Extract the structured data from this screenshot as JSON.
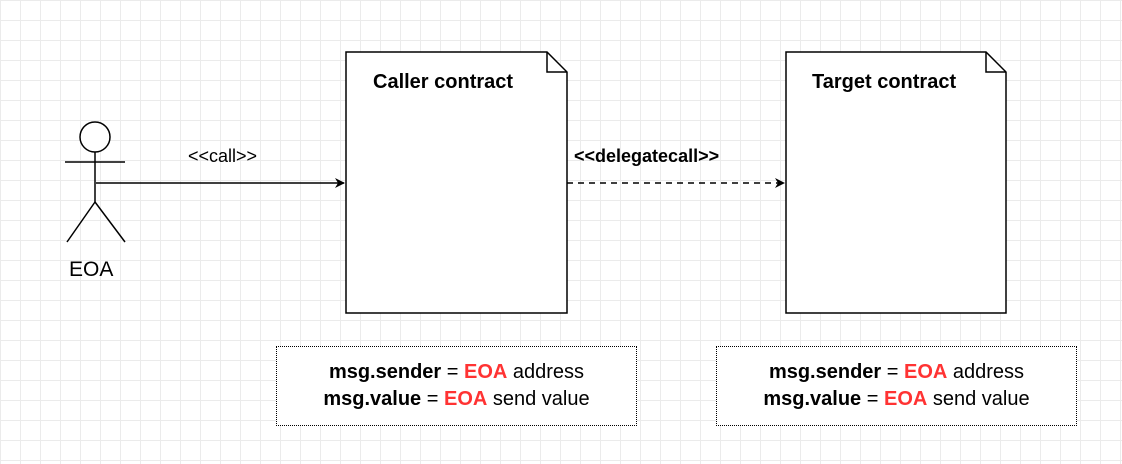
{
  "actor": {
    "label": "EOA"
  },
  "edges": {
    "call": "<<call>>",
    "delegatecall": "<<delegatecall>>"
  },
  "caller": {
    "title": "Caller contract",
    "note": {
      "sender_key": "msg.sender",
      "eq1": " = ",
      "sender_value": "EOA",
      "sender_suffix": " address",
      "value_key": "msg.value",
      "eq2": " = ",
      "value_value": "EOA",
      "value_suffix": " send value"
    }
  },
  "target": {
    "title": "Target contract",
    "note": {
      "sender_key": "msg.sender",
      "eq1": " = ",
      "sender_value": "EOA",
      "sender_suffix": " address",
      "value_key": "msg.value",
      "eq2": " = ",
      "value_value": "EOA",
      "value_suffix": " send value"
    }
  },
  "colors": {
    "highlight": "#ff3333",
    "grid": "#ebebeb",
    "stroke": "#000000"
  }
}
